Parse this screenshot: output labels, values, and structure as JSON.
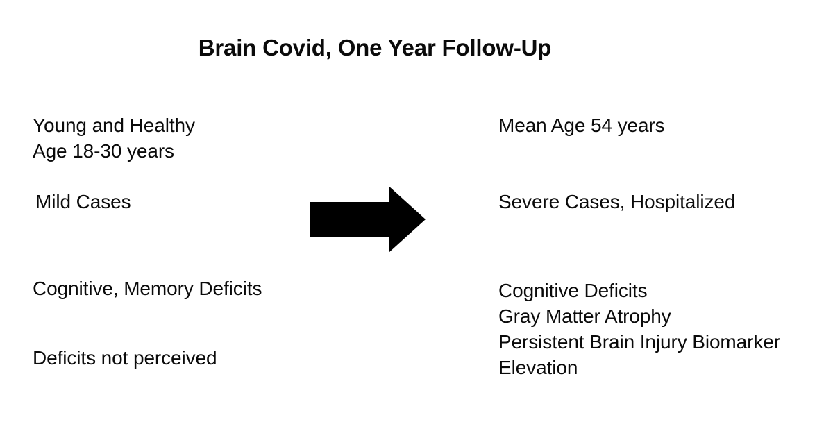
{
  "slide": {
    "title": "Brain Covid, One Year Follow-Up",
    "background_color": "#ffffff",
    "text_color": "#0a0a0a"
  },
  "left_column": {
    "profile": {
      "line1": "Young and Healthy",
      "line2": "Age 18-30 years"
    },
    "severity": {
      "line1": "Mild Cases"
    },
    "outcome": {
      "line1": "Cognitive, Memory Deficits"
    },
    "awareness": {
      "line1": "Deficits not perceived"
    }
  },
  "right_column": {
    "profile": {
      "line1": "Mean Age 54 years"
    },
    "severity": {
      "line1": "Severe Cases, Hospitalized"
    },
    "outcome": {
      "line1": "Cognitive Deficits",
      "line2": "Gray Matter Atrophy",
      "line3": "Persistent Brain Injury Biomarker",
      "line4": "Elevation"
    }
  },
  "arrow": {
    "icon": "arrow-right-icon",
    "direction": "right",
    "color": "#000000"
  }
}
